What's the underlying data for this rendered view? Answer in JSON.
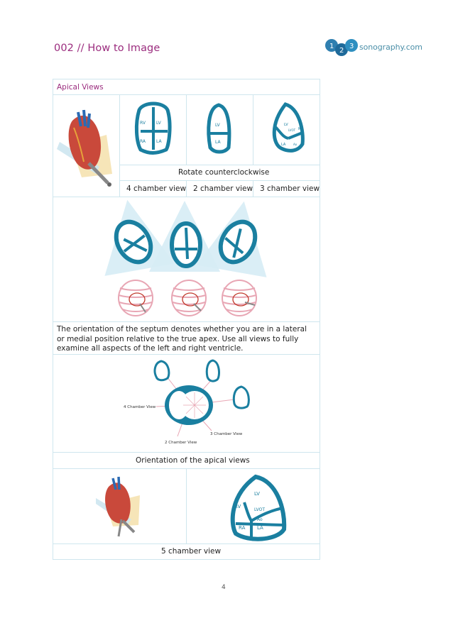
{
  "header": {
    "title": "002 // How to Image",
    "logo_text": "sonography.com",
    "logo_letters": [
      "1",
      "2",
      "3"
    ]
  },
  "section": {
    "title": "Apical Views",
    "rotate_caption": "Rotate counterclockwise",
    "views": [
      "4 chamber view",
      "2 chamber view",
      "3 chamber view"
    ],
    "chamber_labels_4": [
      "RV",
      "LV",
      "RA",
      "LA"
    ],
    "chamber_labels_2": [
      "LV",
      "LA"
    ],
    "chamber_labels_3": [
      "LV",
      "LVOT",
      "RV",
      "LA",
      "Ao"
    ],
    "paragraph": "The orientation of the septum denotes whether you are in a lateral or medial position relative to the true apex. Use all views to fully examine all aspects of the left and right ventricle.",
    "orientation_labels": [
      "4 Chamber View",
      "2 Chamber View",
      "3 Chamber View"
    ],
    "orientation_caption": "Orientation of the apical views",
    "five_chamber_labels": [
      "LV",
      "RV",
      "LVOT",
      "Ao",
      "RA",
      "LA"
    ],
    "five_chamber_caption": "5 chamber view"
  },
  "page": {
    "number": "4"
  },
  "colors": {
    "accent": "#9b2c7e",
    "teal": "#1a7fa0",
    "border": "#cfe6ee",
    "beam": "#d6ecf5",
    "rib": "#e8a6b4"
  }
}
